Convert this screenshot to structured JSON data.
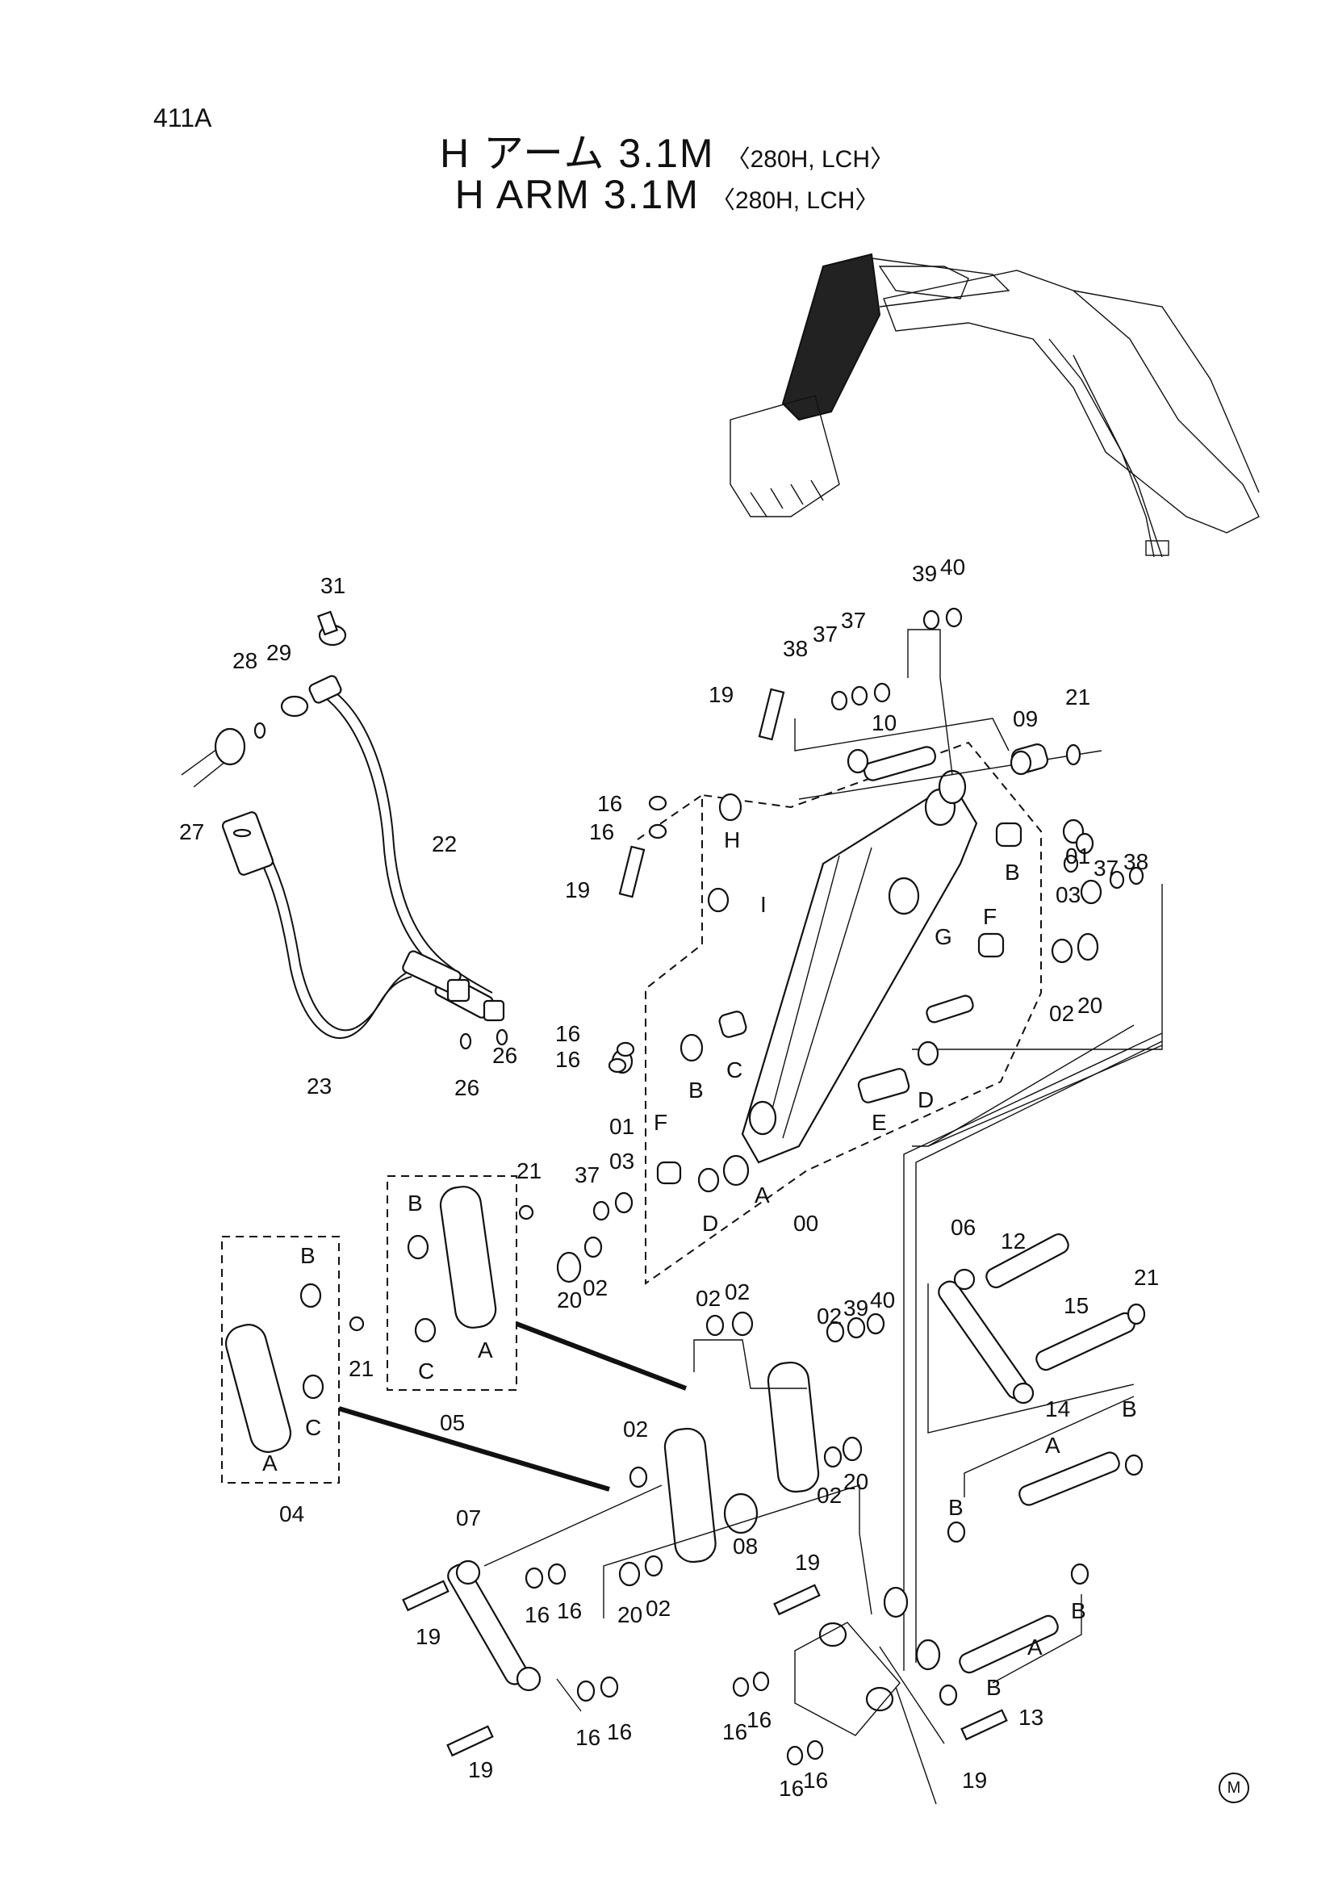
{
  "page_id": "411A",
  "title_jp": {
    "main": "H アーム 3.1M",
    "sub": "〈280H, LCH〉"
  },
  "title_en": {
    "main": "H ARM 3.1M",
    "sub": "〈280H, LCH〉"
  },
  "corner_mark": "M",
  "callouts": {
    "c31": "31",
    "c28": "28",
    "c29": "29",
    "c27": "27",
    "c22": "22",
    "c23": "23",
    "c26a": "26",
    "c26b": "26",
    "c39a": "39",
    "c40a": "40",
    "c38a": "38",
    "c37a": "37",
    "c37b": "37",
    "c19a": "19",
    "c10": "10",
    "c09": "09",
    "c21a": "21",
    "c16a": "16",
    "c16b": "16",
    "lH": "H",
    "c19b": "19",
    "lI": "I",
    "c01a": "01",
    "c37c": "37",
    "c38b": "38",
    "lBtop": "B",
    "c03a": "03",
    "lF1": "F",
    "lG": "G",
    "c02a": "02",
    "c20a": "20",
    "c16c": "16",
    "c16d": "16",
    "lB2": "B",
    "lC1": "C",
    "c01b": "01",
    "lD1": "D",
    "lE": "E",
    "lF2": "F",
    "c37d": "37",
    "c03b": "03",
    "lD2": "D",
    "lA1": "A",
    "c00": "00",
    "c20b": "20",
    "c02b": "02",
    "c21b": "21",
    "lB3": "B",
    "lC2": "C",
    "lA2": "A",
    "c05": "05",
    "lB4": "B",
    "c21c": "21",
    "lC3": "C",
    "lA3": "A",
    "c04": "04",
    "c02c": "02",
    "c02d": "02",
    "c02e": "02",
    "c39b": "39",
    "c40b": "40",
    "c12": "12",
    "c06": "06",
    "c21d": "21",
    "c15": "15",
    "c02f": "02",
    "c02g": "02",
    "c20c": "20",
    "c14": "14",
    "lA4": "A",
    "lB5": "B",
    "lB6": "B",
    "c08": "08",
    "c07": "07",
    "c16e": "16",
    "c16f": "16",
    "c19c": "19",
    "c20d": "20",
    "c02h": "02",
    "c19d": "19",
    "lB7": "B",
    "lA5": "A",
    "lB8": "B",
    "c13": "13",
    "c16g": "16",
    "c16h": "16",
    "c16i": "16",
    "c16j": "16",
    "c16k": "16",
    "c16l": "16",
    "c19e": "19",
    "c19f": "19"
  }
}
